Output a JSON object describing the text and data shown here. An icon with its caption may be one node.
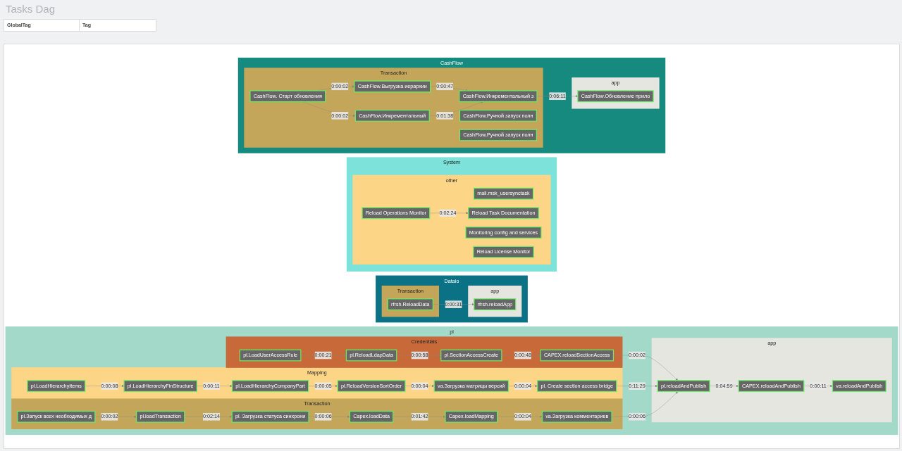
{
  "diagram": {
    "title": "Tasks Dag",
    "nodes": [
      {
        "text": [
          "pl"
        ]
      },
      {
        "text": [
          "Credentials"
        ],
        "in": 0
      },
      {
        "text": [
          "pl.LoadUserAccessRule"
        ],
        "in": 1
      },
      {
        "text": [
          "pl.ReloadLdapData"
        ],
        "in": 1
      },
      {
        "text": [
          "pl.SectionAccessCreate"
        ],
        "in": 1
      },
      {
        "text": [
          "CAPEX.reloadSectionAccess"
        ],
        "in": 1
      },
      {
        "text": [
          "Mapping"
        ],
        "in": 0
      },
      {
        "text": [
          "pl.LoadHierarchyItems"
        ],
        "in": 6
      },
      {
        "text": [
          "pl.LoadHierarchyFinStructure"
        ],
        "in": 6
      },
      {
        "text": [
          "pl.LoadHierarchyCompanyPart"
        ],
        "in": 6
      },
      {
        "text": [
          "pl.ReloadVersionSortOrder"
        ],
        "in": 6
      },
      {
        "text": [
          "va.Загрузка матрицы версий"
        ],
        "in": 6
      },
      {
        "text": [
          "pl. Create section access bridge"
        ],
        "in": 6
      },
      {
        "text": [
          "Transaction"
        ],
        "in": 0
      },
      {
        "text": [
          "pl.Запуск всех необходимых д"
        ],
        "in": 13
      },
      {
        "text": [
          "pl.loadTransaction"
        ],
        "in": 13
      },
      {
        "text": [
          "pl. Загрузка статуса синхрони"
        ],
        "in": 13
      },
      {
        "text": [
          "Capex.loadData"
        ],
        "in": 13
      },
      {
        "text": [
          "Capex.loadMapping"
        ],
        "in": 13
      },
      {
        "text": [
          "va.Загрузка комментариев"
        ],
        "in": 13
      },
      {
        "text": [
          "app"
        ],
        "in": 0
      },
      {
        "text": [
          "pl.reloadAndPublish"
        ],
        "in": 20
      },
      {
        "text": [
          "CAPEX.reloadAndPublish"
        ],
        "in": 20
      },
      {
        "text": [
          "va.reloadAndPublish"
        ],
        "in": 20
      },
      {
        "text": [
          "Dataio"
        ]
      },
      {
        "text": [
          "Transaction"
        ],
        "in": 24
      },
      {
        "text": [
          "rfrsh.ReloadData"
        ],
        "in": 25
      },
      {
        "text": [
          "app"
        ],
        "in": 24
      },
      {
        "text": [
          "rfrsh.reloadApp"
        ],
        "in": 27
      },
      {
        "text": [
          "System"
        ]
      },
      {
        "text": [
          "other"
        ],
        "in": 29
      },
      {
        "text": [
          "mail.msk_usersynctask"
        ],
        "in": 30
      },
      {
        "text": [
          "Monitoring config and services"
        ],
        "in": 30
      },
      {
        "text": [
          "Reload License Monitor"
        ],
        "in": 30
      },
      {
        "text": [
          "Reload Operations Monitor"
        ],
        "in": 30
      },
      {
        "text": [
          "Reload Task Documentation"
        ],
        "in": 30
      },
      {
        "text": [
          "CashFlow"
        ]
      },
      {
        "text": [
          "Transaction"
        ],
        "in": 36
      },
      {
        "text": [
          "CashFlow. Старт обновления"
        ],
        "in": 37
      },
      {
        "text": [
          "CashFlow.Выгрузка иерархии"
        ],
        "in": 37
      },
      {
        "text": [
          "CashFlow.Инкрементальный"
        ],
        "in": 37
      },
      {
        "text": [
          "CashFlow.Инкрементальный з"
        ],
        "in": 37
      },
      {
        "text": [
          "CashFlow.Ручной запуск полн"
        ],
        "in": 37
      },
      {
        "text": [
          "CashFlow.Ручной запуск полн"
        ],
        "in": 37
      },
      {
        "text": [
          "app"
        ],
        "in": 36
      },
      {
        "text": [
          "CashFlow.Обновление прило"
        ],
        "in": 44
      }
    ],
    "edges": [
      {
        "from": 2,
        "to": 3,
        "arrow": "to",
        "label": "0:00:21"
      },
      {
        "from": 3,
        "to": 4,
        "arrow": "to",
        "label": "0:00:58"
      },
      {
        "from": 4,
        "to": 5,
        "arrow": "to",
        "label": "0:00:48"
      },
      {
        "from": 5,
        "to": 21,
        "arrow": "to",
        "label": "0:00:02"
      },
      {
        "from": 7,
        "to": 8,
        "arrow": "to",
        "label": "0:00:08"
      },
      {
        "from": 8,
        "to": 9,
        "arrow": "to",
        "label": "0:00:11"
      },
      {
        "from": 9,
        "to": 10,
        "arrow": "to",
        "label": "0:00:05"
      },
      {
        "from": 10,
        "to": 11,
        "arrow": "to",
        "label": "0:00:04"
      },
      {
        "from": 11,
        "to": 12,
        "arrow": "to",
        "label": "0:00:04"
      },
      {
        "from": 12,
        "to": 21,
        "arrow": "to",
        "label": "0:11:29"
      },
      {
        "from": 14,
        "to": 15,
        "arrow": "to",
        "label": "0:00:02"
      },
      {
        "from": 15,
        "to": 16,
        "arrow": "to",
        "label": "0:02:14"
      },
      {
        "from": 16,
        "to": 17,
        "arrow": "to",
        "label": "0:00:06"
      },
      {
        "from": 17,
        "to": 18,
        "arrow": "to",
        "label": "0:01:42"
      },
      {
        "from": 18,
        "to": 19,
        "arrow": "to",
        "label": "0:00:04"
      },
      {
        "from": 19,
        "to": 21,
        "arrow": "to",
        "label": "0:00:06"
      },
      {
        "from": 21,
        "to": 22,
        "arrow": "to",
        "label": "0:04:59"
      },
      {
        "from": 22,
        "to": 23,
        "arrow": "to",
        "label": "0:00:11"
      },
      {
        "from": 26,
        "to": 28,
        "arrow": "to",
        "label": "0:00:31"
      },
      {
        "from": 34,
        "to": 35,
        "arrow": "to",
        "label": "0:02:24"
      },
      {
        "from": 38,
        "to": 39,
        "arrow": "to",
        "label": "0:00:02"
      },
      {
        "from": 38,
        "to": 40,
        "arrow": "to",
        "label": "0:00:02"
      },
      {
        "from": 39,
        "to": 41,
        "arrow": "to",
        "label": "0:00:47"
      },
      {
        "from": 40,
        "to": 41,
        "arrow": "to",
        "label": "0:01:38"
      },
      {
        "from": 41,
        "to": 45,
        "arrow": "to",
        "label": "0:06:11"
      }
    ],
    "labels": [
      "GlobalTag",
      "Tag"
    ]
  }
}
